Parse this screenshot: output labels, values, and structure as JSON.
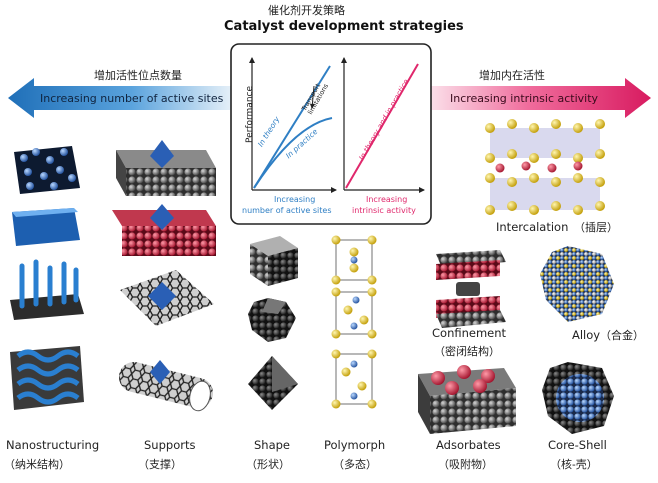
{
  "header": {
    "title_cn": "催化剂开发策略",
    "title_en": "Catalyst development strategies"
  },
  "left_arrow": {
    "label_cn": "增加活性位点数量",
    "label_en": "Increasing number of active sites",
    "color": "#2f7fc4"
  },
  "right_arrow": {
    "label_cn": "增加内在活性",
    "label_en": "Increasing intrinsic activity",
    "color": "#e0286c"
  },
  "center_panel": {
    "y_axis_label": "Performance",
    "left_plot": {
      "line1": "In theory",
      "line2": "In practice",
      "annotation": "Transport limitations",
      "x_label_line1": "Increasing",
      "x_label_line2": "number of active sites"
    },
    "right_plot": {
      "line": "In theory and in practice",
      "x_label_line1": "Increasing",
      "x_label_line2": "intrinsic activity"
    }
  },
  "strategies": [
    {
      "en": "Nanostructuring",
      "cn": "（纳米结构）"
    },
    {
      "en": "Supports",
      "cn": "（支撑）"
    },
    {
      "en": "Shape",
      "cn": "（形状）"
    },
    {
      "en": "Polymorph",
      "cn": "（多态）"
    },
    {
      "en": "Adsorbates",
      "cn": "（吸附物）"
    },
    {
      "en": "Core-Shell",
      "cn": "（核-壳）"
    },
    {
      "en": "Intercalation",
      "cn": "（插层）"
    },
    {
      "en": "Confinement",
      "cn": "（密闭结构）"
    },
    {
      "en": "Alloy",
      "cn": "（合金）"
    }
  ]
}
